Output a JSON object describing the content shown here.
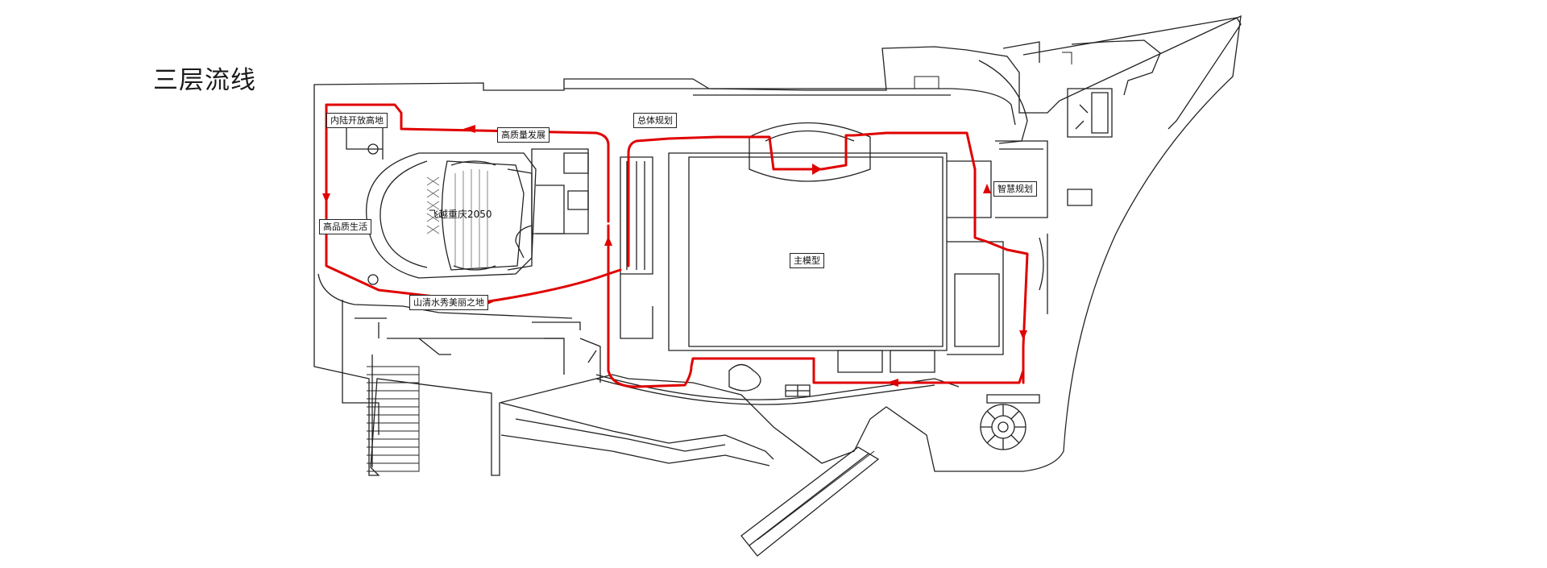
{
  "title": "三层流线",
  "colors": {
    "route": "#e00000",
    "wall": "#222222",
    "fill": "#ffffff"
  },
  "zones": {
    "inland": "内陆开放高地",
    "quality_dev": "高质量发展",
    "overall_plan": "总体规划",
    "smart_plan": "智慧规划",
    "fly_2050": "飞越重庆2050",
    "quality_life": "高品质生活",
    "main_model": "主模型",
    "mountain_water": "山清水秀美丽之地"
  }
}
